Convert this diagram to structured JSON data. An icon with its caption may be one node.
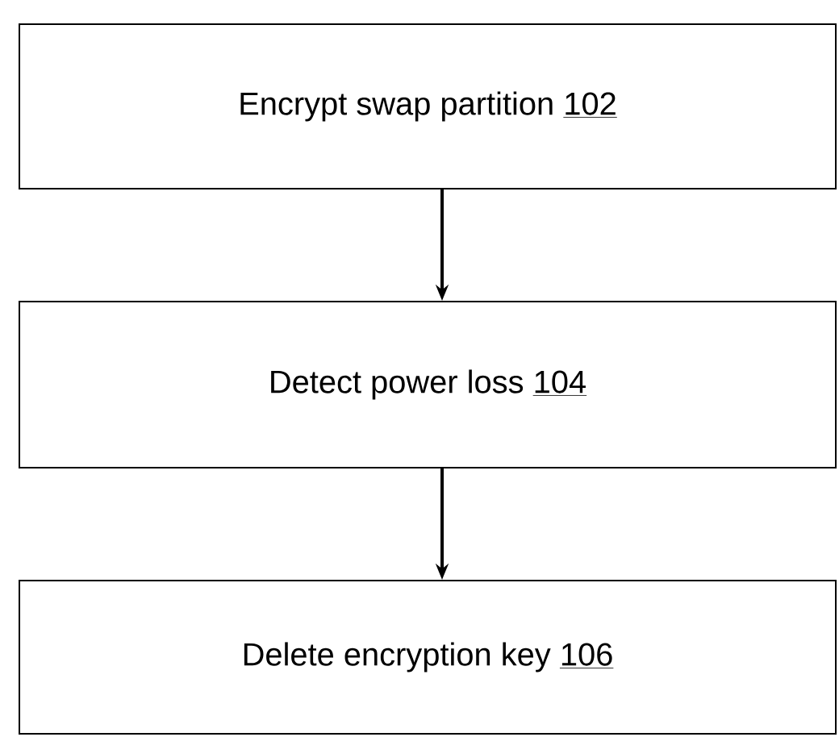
{
  "diagram": {
    "nodes": [
      {
        "text": [
          "Encrypt swap partition",
          "102"
        ]
      },
      {
        "text": [
          "Detect power loss",
          "104"
        ]
      },
      {
        "text": [
          "Delete encryption key",
          "106"
        ]
      }
    ],
    "edges": [
      {
        "from": 0,
        "to": 1,
        "arrow": "to"
      },
      {
        "from": 1,
        "to": 2,
        "arrow": "to"
      }
    ]
  }
}
